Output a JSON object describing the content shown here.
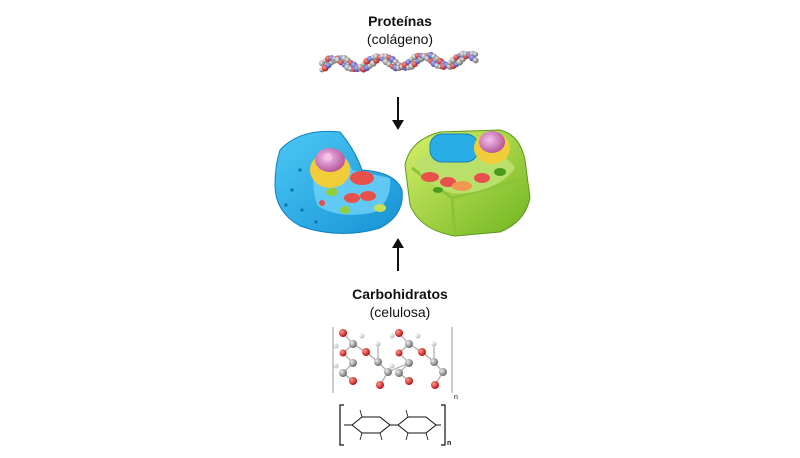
{
  "top": {
    "title": "Proteínas",
    "subtitle": "(colágeno)"
  },
  "bottom": {
    "title": "Carbohidratos",
    "subtitle": "(celulosa)",
    "subscript_ball": "n",
    "subscript_line": "n"
  },
  "colors": {
    "animal_cell": "#29aee8",
    "plant_cell": "#9bd43a",
    "nucleus": "#d98ad0",
    "golgi": "#f5d43c",
    "mitochondria": "#e8504c",
    "oxygen": "#e0262a",
    "carbon": "#8a8a8a",
    "hydrogen": "#e6e6e6"
  }
}
